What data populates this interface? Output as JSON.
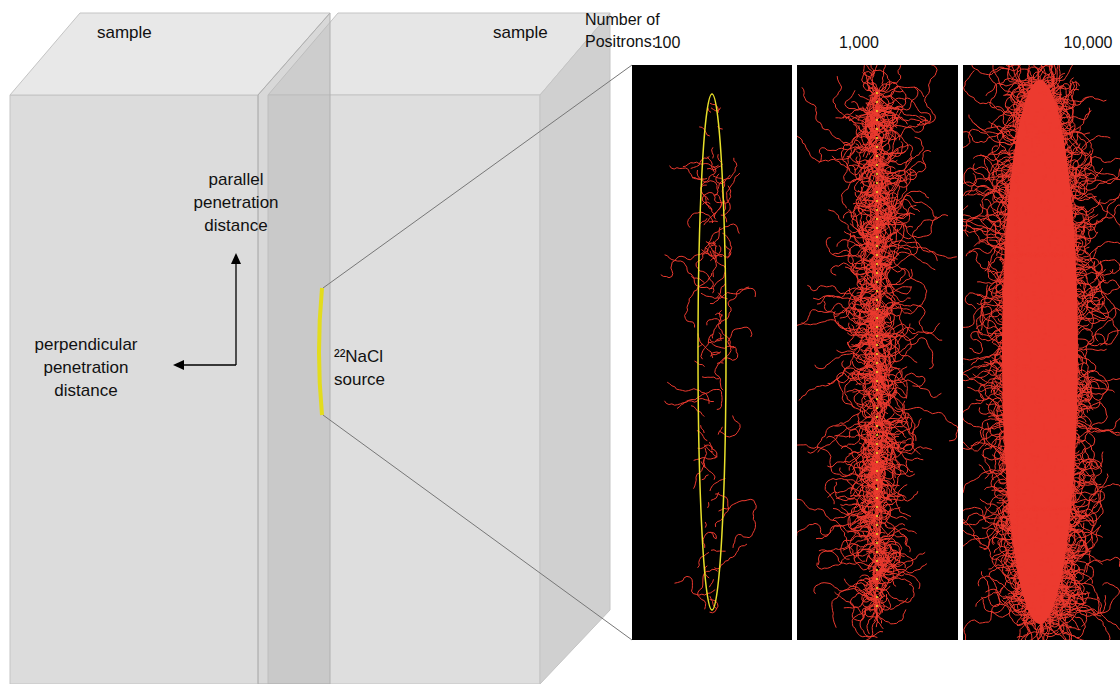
{
  "diagram": {
    "nodes": [
      {
        "text": [
          "sample"
        ]
      },
      {
        "text": [
          "sample"
        ]
      }
    ],
    "labels": [
      "parallel penetration distance",
      "perpendicular penetration distance",
      "²²NaCl source",
      "Number of Positrons:",
      "100",
      "1,000",
      "10,000"
    ]
  }
}
